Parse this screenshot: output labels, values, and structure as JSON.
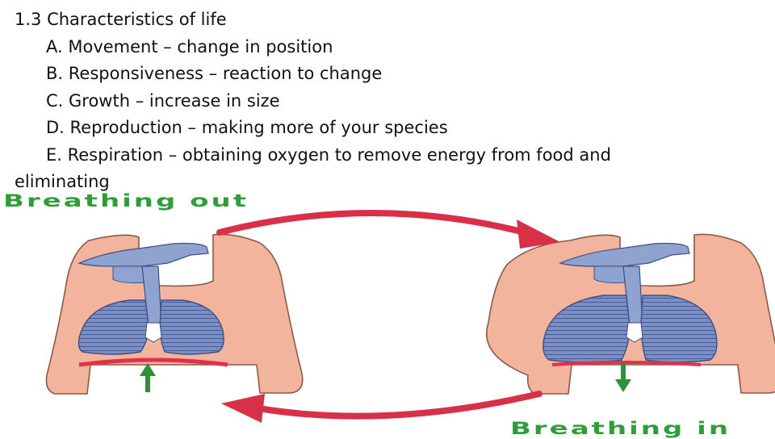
{
  "slide": {
    "heading": "1.3 Characteristics of life",
    "items": [
      "A. Movement – change in position",
      "B. Responsiveness – reaction to change",
      "C. Growth – increase in size",
      "D. Reproduction – making more of your species",
      "E. Respiration – obtaining oxygen to remove energy from food and"
    ],
    "continuation": "eliminating"
  },
  "diagram": {
    "label_out": "Breathing out",
    "label_in": "Breathing in",
    "colors": {
      "body": "#f2b49c",
      "airway": "#8ea3cf",
      "lungs": "#7b8fc7",
      "diaphragm": "#e0304a",
      "cycle_arrow": "#d9304a",
      "movement_arrow": "#2f8f3a",
      "caption": "#2f9e3a"
    }
  }
}
